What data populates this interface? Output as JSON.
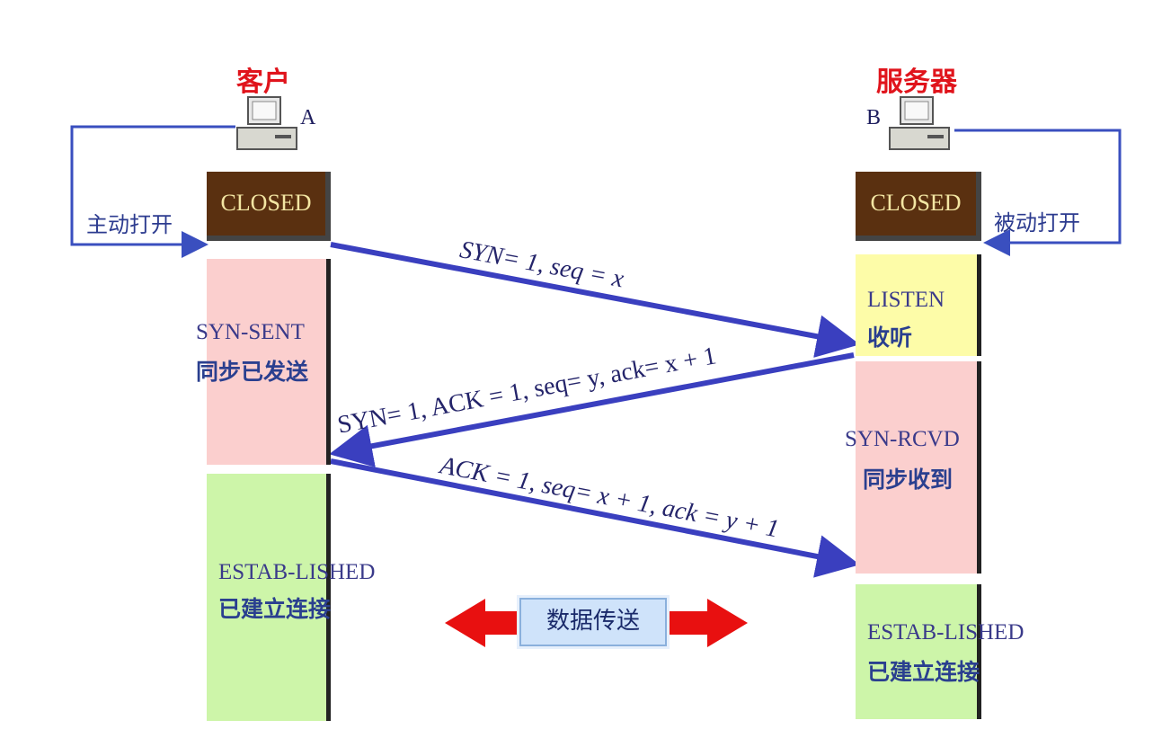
{
  "client": {
    "title": "客户",
    "letter": "A"
  },
  "server": {
    "title": "服务器",
    "letter": "B"
  },
  "left_states": {
    "closed": "CLOSED",
    "syn_sent_en": "SYN-SENT",
    "syn_sent_zh": "同步已发送",
    "established_en": "ESTAB-LISHED",
    "established_zh": "已建立连接"
  },
  "right_states": {
    "closed": "CLOSED",
    "listen_en": "LISTEN",
    "listen_zh": "收听",
    "syn_rcvd_en": "SYN-RCVD",
    "syn_rcvd_zh": "同步收到",
    "established_en": "ESTAB-LISHED",
    "established_zh": "已建立连接"
  },
  "open_labels": {
    "active": "主动打开",
    "passive": "被动打开"
  },
  "messages": {
    "syn": "SYN= 1, seq = x",
    "syn_ack": "SYN= 1, ACK = 1, seq= y, ack= x + 1",
    "ack": "ACK = 1, seq= x + 1, ack = y + 1"
  },
  "data_transfer": "数据传送",
  "colors": {
    "title": "#e0141c",
    "arrow": "#3a3fbf",
    "closed": "#5a3010",
    "pink": "#fbcfce",
    "green": "#cdf5a9",
    "yellow": "#fdfca8",
    "red_arrow": "#e81010"
  },
  "icons": [
    "computer-icon",
    "computer-icon"
  ]
}
